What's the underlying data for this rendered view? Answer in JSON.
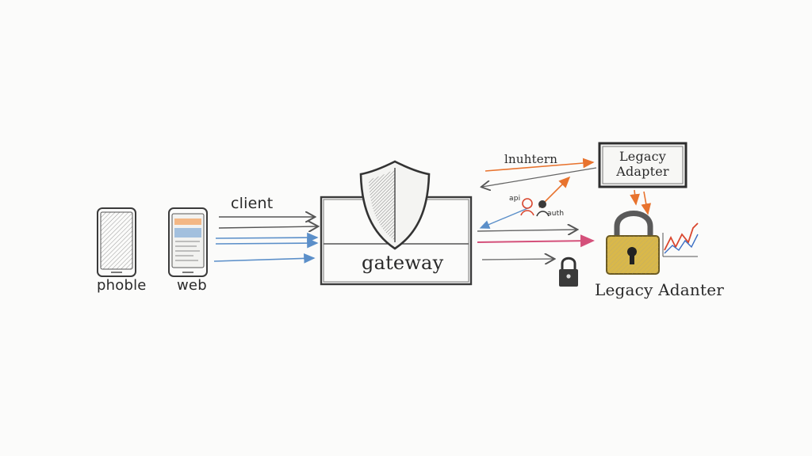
{
  "labels": {
    "phone": "phoble",
    "web": "web",
    "client": "client",
    "gateway": "gateway",
    "top_note": "lnuhtern",
    "api_small": "api",
    "auth_small": "auth",
    "legacy_box": "Legacy\nAdapter",
    "legacy_lock": "Legacy Adanter"
  },
  "colors": {
    "ink": "#3a3a3a",
    "blue_arrow": "#5b8fc9",
    "pink_arrow": "#d4507a",
    "orange_arrow": "#e8732e",
    "lock_gold": "#d9b84a",
    "lock_shackle": "#5a5a5a",
    "chart_red": "#d9462e",
    "chart_blue": "#3b6fc4"
  },
  "icons": {
    "shield": "shield-icon",
    "lock_large": "padlock-icon",
    "lock_small": "padlock-icon",
    "phone": "smartphone-icon",
    "web": "web-device-icon",
    "chart": "line-chart-icon",
    "people": "people-icon"
  }
}
